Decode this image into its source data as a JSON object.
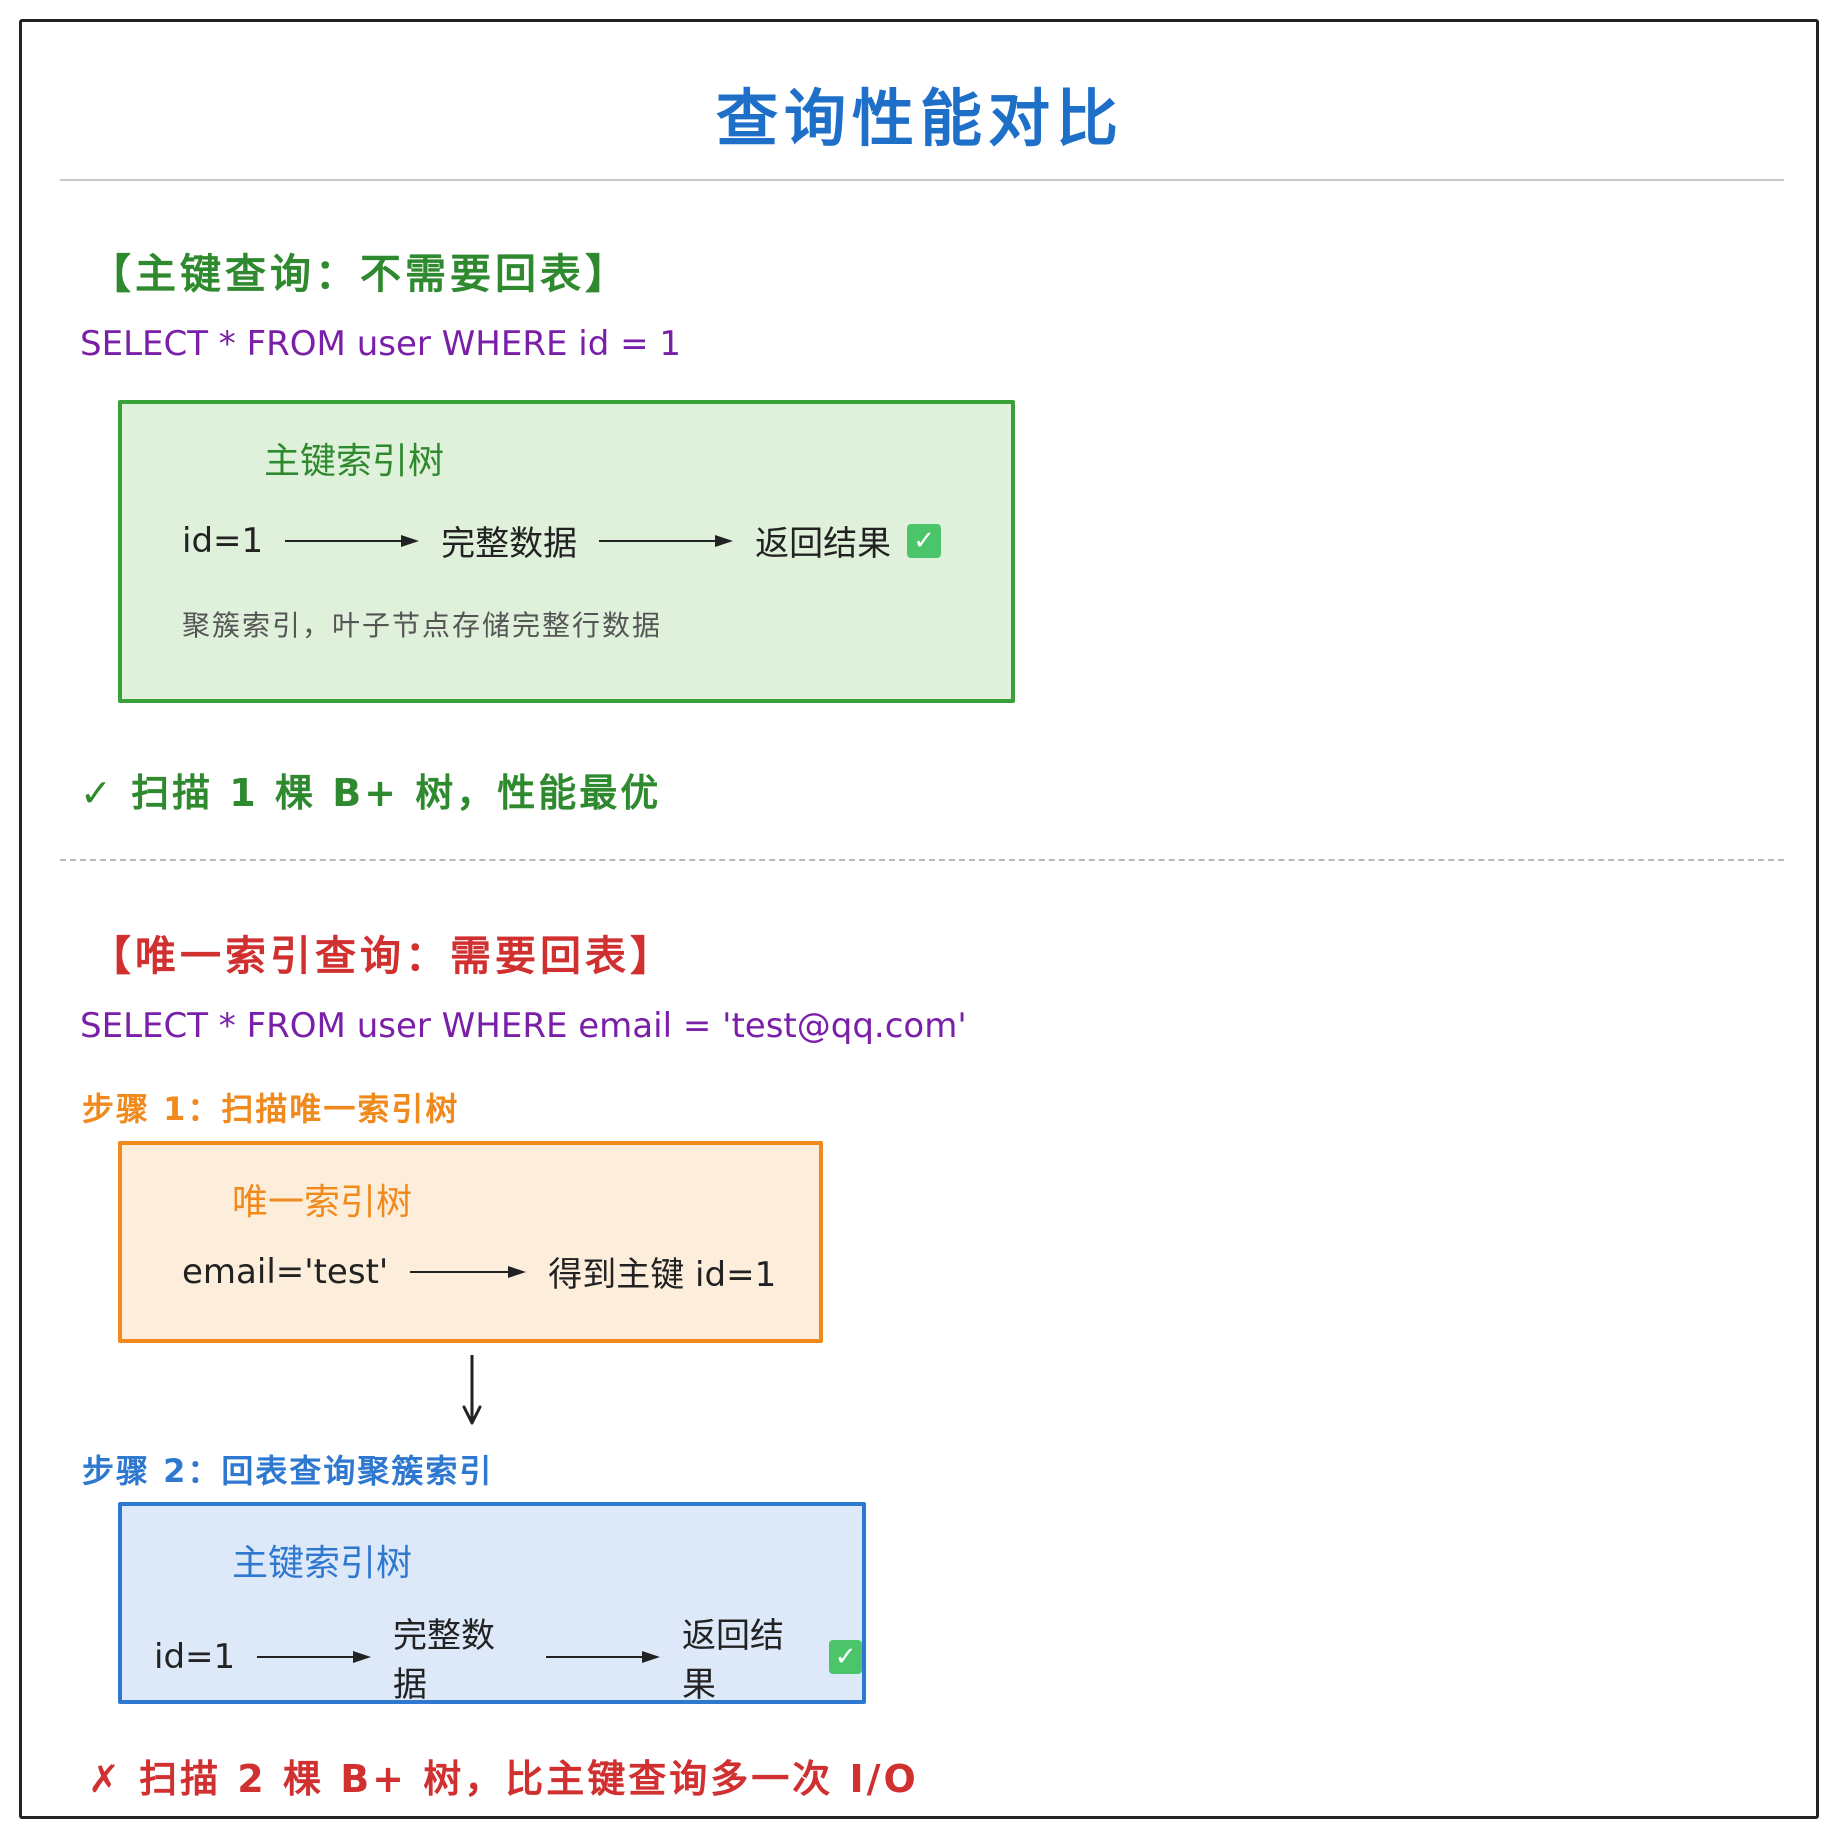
{
  "title": "查询性能对比",
  "section_pk": {
    "heading": "【主键查询：不需要回表】",
    "sql": "SELECT * FROM user WHERE id = 1",
    "box": {
      "title": "主键索引树",
      "flow": [
        "id=1",
        "完整数据",
        "返回结果"
      ],
      "note": "聚簇索引，叶子节点存储完整行数据"
    },
    "result": "✓ 扫描 1 棵 B+ 树，性能最优"
  },
  "section_unique": {
    "heading": "【唯一索引查询：需要回表】",
    "sql": "SELECT * FROM user WHERE email = 'test@qq.com'",
    "step1": {
      "label": "步骤 1：扫描唯一索引树",
      "box_title": "唯一索引树",
      "flow": [
        "email='test'",
        "得到主键 id=1"
      ]
    },
    "step2": {
      "label": "步骤 2：回表查询聚簇索引",
      "box_title": "主键索引树",
      "flow": [
        "id=1",
        "完整数据",
        "返回结果"
      ]
    },
    "result": "✗ 扫描 2 棵 B+ 树，比主键查询多一次 I/O"
  },
  "colors": {
    "title": "#1e6fc8",
    "green": "#2f8a2f",
    "red": "#d03030",
    "orange": "#f08a1c",
    "blue": "#2f78d0",
    "sql": "#7a1fa8"
  },
  "icons": [
    "check-icon",
    "right-arrow-icon",
    "down-arrow-icon"
  ]
}
